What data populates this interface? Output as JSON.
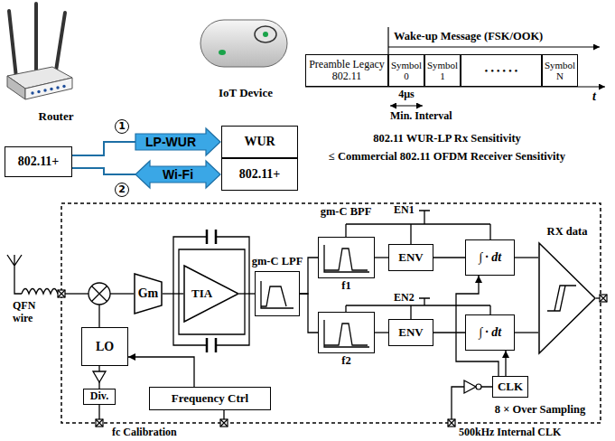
{
  "diagram": {
    "nodes": [
      {
        "text": [
          "802.11+"
        ]
      },
      {
        "text": [
          "WUR"
        ]
      },
      {
        "text": [
          "802.11+"
        ]
      },
      {
        "text": [
          "Preamble Legacy 802.11"
        ]
      },
      {
        "text": [
          "Symbol 0"
        ]
      },
      {
        "text": [
          "Symbol 1"
        ]
      },
      {
        "text": [
          "• • • • • •"
        ]
      },
      {
        "text": [
          "Symbol N"
        ]
      },
      {
        "text": [
          "LO"
        ]
      },
      {
        "text": [
          "Gm"
        ]
      },
      {
        "text": [
          "TIA"
        ]
      },
      {
        "text": [
          "gm-C LPF"
        ]
      },
      {
        "text": [
          "f1"
        ]
      },
      {
        "text": [
          "f2"
        ]
      },
      {
        "text": [
          "ENV"
        ]
      },
      {
        "text": [
          "ENV"
        ]
      },
      {
        "text": [
          "∫ · dt"
        ]
      },
      {
        "text": [
          "∫ · dt"
        ]
      },
      {
        "text": [
          "RX data"
        ]
      },
      {
        "text": [
          "CLK"
        ]
      },
      {
        "text": [
          "Div."
        ]
      },
      {
        "text": [
          "Frequency Ctrl"
        ]
      }
    ],
    "edges": [
      {
        "from": 0,
        "to": 1,
        "arrow": "to",
        "label": "LP-WUR"
      },
      {
        "from": 0,
        "to": 2,
        "arrow": "both",
        "label": "Wi-Fi"
      },
      {
        "from": 9,
        "to": 10,
        "arrow": "none"
      },
      {
        "from": 10,
        "to": 11,
        "arrow": "none"
      },
      {
        "from": 11,
        "to": 12,
        "arrow": "none"
      },
      {
        "from": 11,
        "to": 13,
        "arrow": "none"
      },
      {
        "from": 12,
        "to": 14,
        "arrow": "none"
      },
      {
        "from": 13,
        "to": 15,
        "arrow": "none"
      },
      {
        "from": 14,
        "to": 16,
        "arrow": "none"
      },
      {
        "from": 15,
        "to": 17,
        "arrow": "none"
      },
      {
        "from": 16,
        "to": 18,
        "arrow": "none"
      },
      {
        "from": 17,
        "to": 18,
        "arrow": "none"
      },
      {
        "from": 19,
        "to": 16,
        "arrow": "to"
      },
      {
        "from": 19,
        "to": 17,
        "arrow": "to"
      },
      {
        "from": 8,
        "to": 20,
        "arrow": "none"
      },
      {
        "from": 21,
        "to": 8,
        "arrow": "to"
      }
    ],
    "labels": [
      "Router",
      "IoT Device",
      "Wake-up Message (FSK/OOK)",
      "t",
      "4μs",
      "Min. Interval",
      "1",
      "2",
      "802.11 WUR-LP Rx Sensitivity",
      "≤ Commercial 802.11 OFDM Receiver Sensitivity",
      "QFN wire",
      "gm-C BPF",
      "EN1",
      "EN2",
      "8 × Over Sampling",
      "fc Calibration",
      "500kHz Internal CLK"
    ]
  }
}
